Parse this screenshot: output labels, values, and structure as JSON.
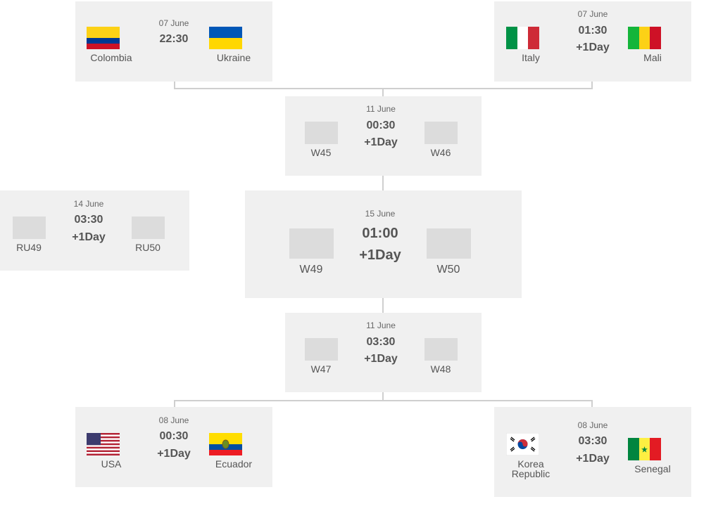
{
  "matches": {
    "m1": {
      "date": "07 June",
      "time": "22:30",
      "extra": "",
      "team1": "Colombia",
      "team2": "Ukraine"
    },
    "m2": {
      "date": "07 June",
      "time": "01:30",
      "extra": "+1Day",
      "team1": "Italy",
      "team2": "Mali"
    },
    "m3": {
      "date": "11 June",
      "time": "00:30",
      "extra": "+1Day",
      "team1": "W45",
      "team2": "W46"
    },
    "m4": {
      "date": "14 June",
      "time": "03:30",
      "extra": "+1Day",
      "team1": "RU49",
      "team2": "RU50"
    },
    "m5": {
      "date": "15 June",
      "time": "01:00",
      "extra": "+1Day",
      "team1": "W49",
      "team2": "W50"
    },
    "m6": {
      "date": "11 June",
      "time": "03:30",
      "extra": "+1Day",
      "team1": "W47",
      "team2": "W48"
    },
    "m7": {
      "date": "08 June",
      "time": "00:30",
      "extra": "+1Day",
      "team1": "USA",
      "team2": "Ecuador"
    },
    "m8": {
      "date": "08 June",
      "time": "03:30",
      "extra": "+1Day",
      "team1_line1": "Korea",
      "team1_line2": "Republic",
      "team2": "Senegal"
    }
  },
  "flags": {
    "colombia": "colombia-flag-icon",
    "ukraine": "ukraine-flag-icon",
    "italy": "italy-flag-icon",
    "mali": "mali-flag-icon",
    "usa": "usa-flag-icon",
    "ecuador": "ecuador-flag-icon",
    "korea": "korea-flag-icon",
    "senegal": "senegal-flag-icon"
  },
  "colors": {
    "card": "#f0f0f0",
    "placeholder": "#dcdcdc",
    "connector": "#cfcfcf",
    "text": "#555555"
  }
}
